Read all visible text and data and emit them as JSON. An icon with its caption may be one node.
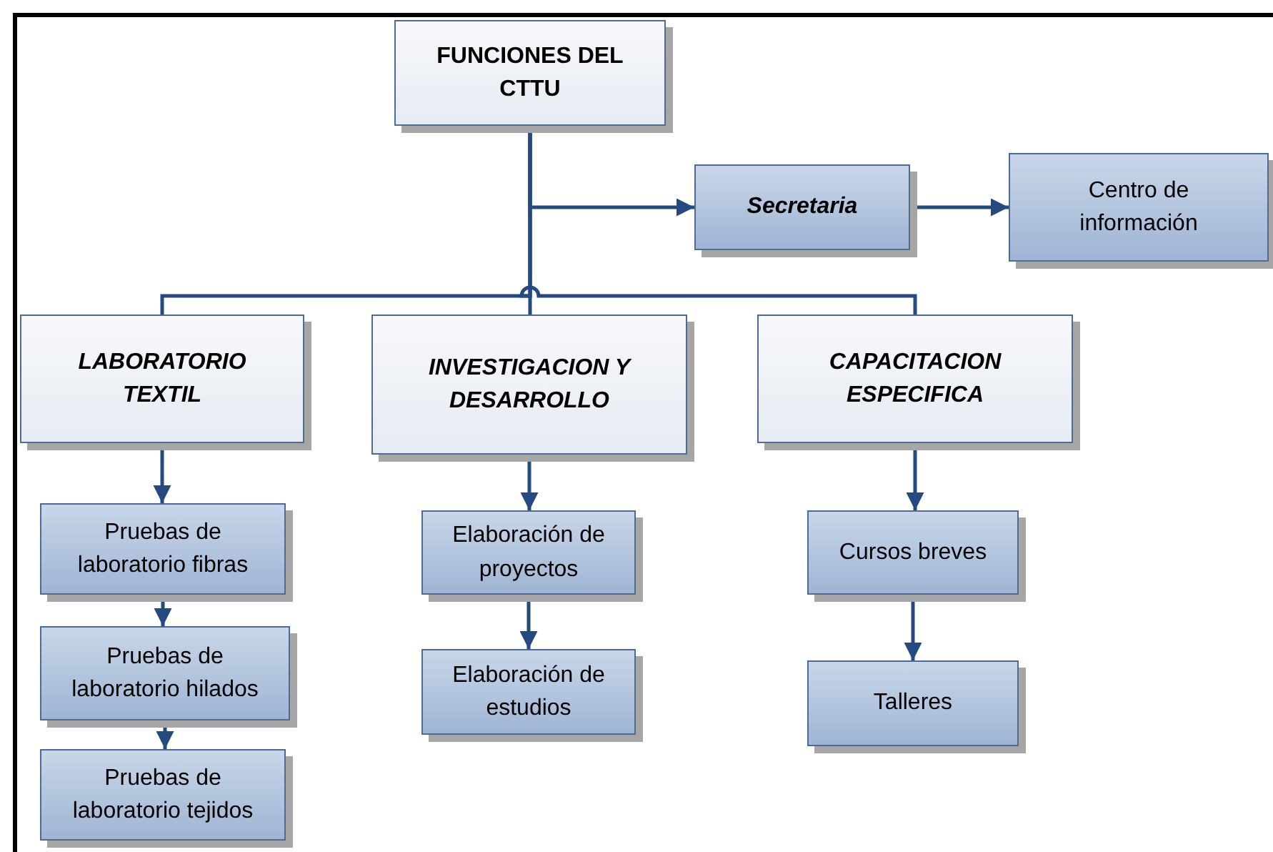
{
  "diagram": {
    "nodes": [
      {
        "text": [
          "FUNCIONES DEL CTTU"
        ]
      },
      {
        "text": [
          "Secretaria"
        ]
      },
      {
        "text": [
          "Centro de información"
        ]
      },
      {
        "text": [
          "LABORATORIO TEXTIL"
        ]
      },
      {
        "text": [
          "INVESTIGACION Y DESARROLLO"
        ]
      },
      {
        "text": [
          "CAPACITACION ESPECIFICA"
        ]
      },
      {
        "text": [
          "Pruebas de laboratorio fibras"
        ]
      },
      {
        "text": [
          "Pruebas de laboratorio hilados"
        ]
      },
      {
        "text": [
          "Pruebas de laboratorio tejidos"
        ]
      },
      {
        "text": [
          "Elaboración de proyectos"
        ]
      },
      {
        "text": [
          "Elaboración de estudios"
        ]
      },
      {
        "text": [
          "Cursos breves"
        ]
      },
      {
        "text": [
          "Talleres"
        ]
      }
    ],
    "edges": [
      {
        "from": 0,
        "to": 1,
        "arrow": "to"
      },
      {
        "from": 1,
        "to": 2,
        "arrow": "to"
      },
      {
        "from": 0,
        "to": 3,
        "arrow": "none"
      },
      {
        "from": 0,
        "to": 4,
        "arrow": "none"
      },
      {
        "from": 0,
        "to": 5,
        "arrow": "none"
      },
      {
        "from": 3,
        "to": 6,
        "arrow": "to"
      },
      {
        "from": 6,
        "to": 7,
        "arrow": "to"
      },
      {
        "from": 7,
        "to": 8,
        "arrow": "to"
      },
      {
        "from": 4,
        "to": 9,
        "arrow": "to"
      },
      {
        "from": 9,
        "to": 10,
        "arrow": "to"
      },
      {
        "from": 5,
        "to": 11,
        "arrow": "to"
      },
      {
        "from": 11,
        "to": 12,
        "arrow": "to"
      }
    ]
  }
}
